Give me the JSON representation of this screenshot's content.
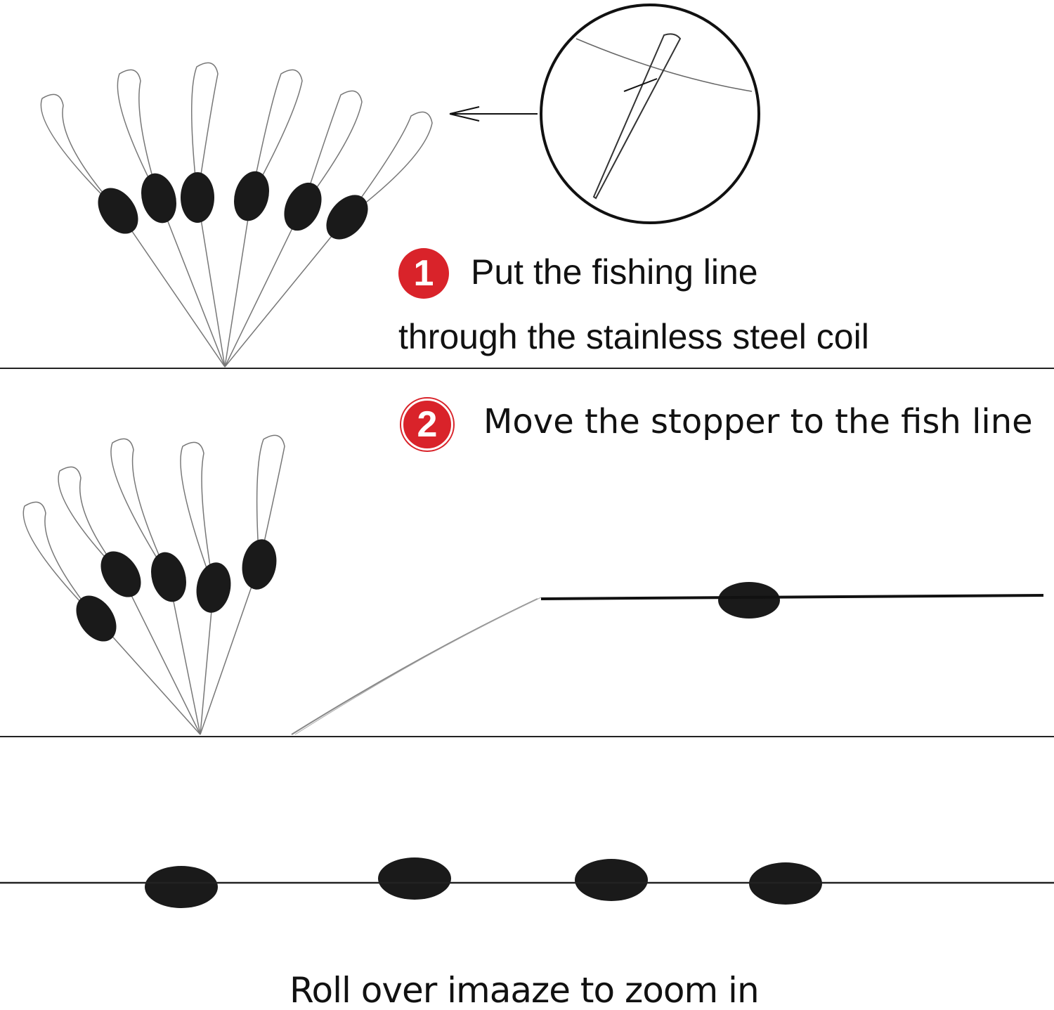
{
  "steps": [
    {
      "number": "1",
      "text_line1": "Put the fishing line",
      "text_line2": "through the stainless steel coil"
    },
    {
      "number": "2",
      "text_line1": "Move the stopper to the fish line"
    }
  ],
  "footer": {
    "text": "Roll over imaaze to zoom in"
  },
  "colors": {
    "badge": "#d9232a",
    "bead": "#1a1a1a",
    "text": "#111111"
  }
}
